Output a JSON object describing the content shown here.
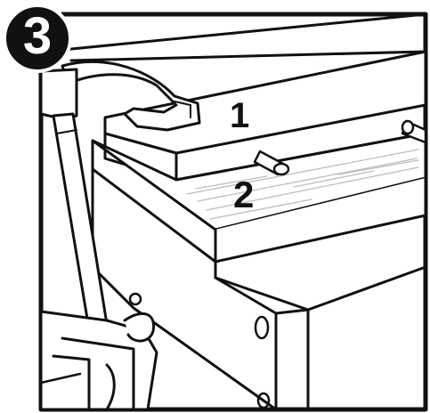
{
  "step": {
    "number": "3"
  },
  "labels": {
    "part_1": "1",
    "part_2": "2"
  },
  "colors": {
    "ink": "#111111",
    "paper": "#ffffff",
    "grain": "#bdbdbd"
  },
  "icons": {
    "step_badge": "numbered-circle",
    "hammer": "hammer-icon",
    "clamp": "clamp-icon",
    "dowels": "dowel-icon"
  }
}
